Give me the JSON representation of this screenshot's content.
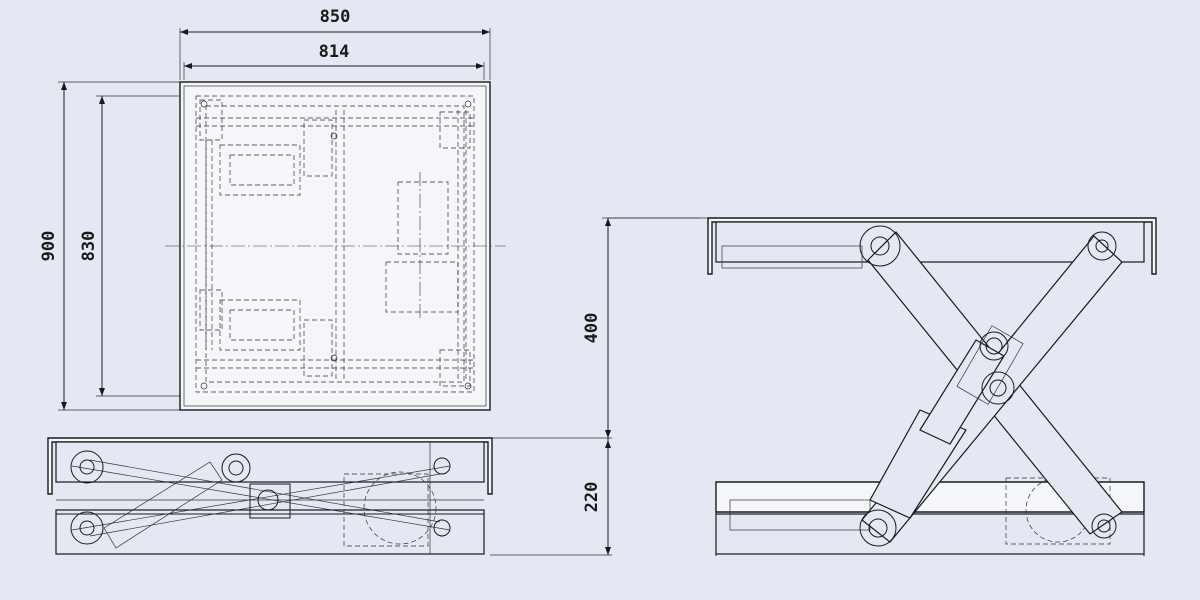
{
  "dimensions": {
    "top_width_outer": "850",
    "top_width_inner": "814",
    "top_depth_outer": "900",
    "top_depth_inner": "830",
    "raised_height": "400",
    "lowered_height": "220"
  },
  "colors": {
    "background": "#e3e8f2",
    "line": "#1a1a1a"
  }
}
